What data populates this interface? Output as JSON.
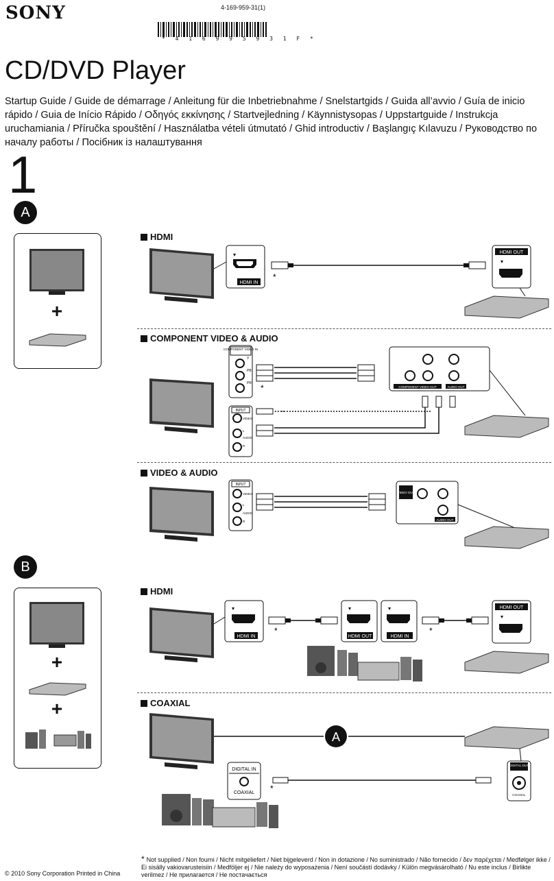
{
  "header": {
    "brand": "SONY",
    "part_number": "4-169-959-31(1)",
    "barcode_text": "* 4 1 6 9 9 5 9 3 1 F *"
  },
  "title": "CD/DVD Player",
  "subtitle": "Startup Guide / Guide de démarrage / Anleitung für die Inbetriebnahme / Snelstartgids / Guida all’avvio / Guía de inicio rápido / Guia de Início Rápido / Οδηγός εκκίνησης / Startvejledning / Käynnistysopas / Uppstartguide / Instrukcja uruchamiania / Příručka spouštění / Használatba vételi útmutató / Ghid introductiv / Başlangıç Kılavuzu / Руководство по началу работы / Посібник із налаштування",
  "step": "1",
  "section_a": {
    "badge": "A",
    "plus": "+",
    "hdmi": {
      "label": "HDMI",
      "tv_port": "HDMI IN",
      "player_port": "HDMI OUT",
      "asterisk": "*"
    },
    "component": {
      "label": "COMPONENT VIDEO & AUDIO",
      "tv_component": "COMPONENT VIDEO IN",
      "y": "Y",
      "pb": "PB",
      "pr": "PR",
      "input": "INPUT",
      "video": "VIDEO",
      "l": "L",
      "audio": "AUDIO",
      "r": "R",
      "player_component": "COMPONENT VIDEO OUT",
      "player_audio": "AUDIO OUT",
      "asterisk": "*"
    },
    "video_audio": {
      "label": "VIDEO & AUDIO",
      "input": "INPUT",
      "video": "VIDEO",
      "l": "L",
      "audio": "AUDIO",
      "r": "R",
      "player_video": "VIDEO OUT",
      "player_audio": "AUDIO OUT"
    }
  },
  "section_b": {
    "badge": "B",
    "plus": "+",
    "hdmi": {
      "label": "HDMI",
      "tv_port": "HDMI IN",
      "amp_out": "HDMI OUT",
      "amp_in": "HDMI IN",
      "player_port": "HDMI OUT",
      "asterisk": "*"
    },
    "coaxial": {
      "label": "COAXIAL",
      "marker": "A",
      "amp_port": "DIGITAL IN",
      "amp_sub": "COAXIAL",
      "player_port": "DIGITAL OUT",
      "player_sub": "COAXIAL",
      "asterisk": "*"
    }
  },
  "footer": {
    "copyright": "© 2010 Sony Corporation Printed in China",
    "footnote_star": "*",
    "footnote": "Not supplied / Non fourni / Nicht mitgeliefert / Niet bijgeleverd / Non in dotazione / No suministrado / Não fornecido / δεν παρέχεται / Medfølger ikke / Ei sisälly vakiovarusteisiin / Medföljer ej / Nie należy do wyposażenia / Není součástí dodávky / Külön megvásárolható / Nu este inclus / Birlikte verilmez / Не прилагается / Не постачається"
  }
}
